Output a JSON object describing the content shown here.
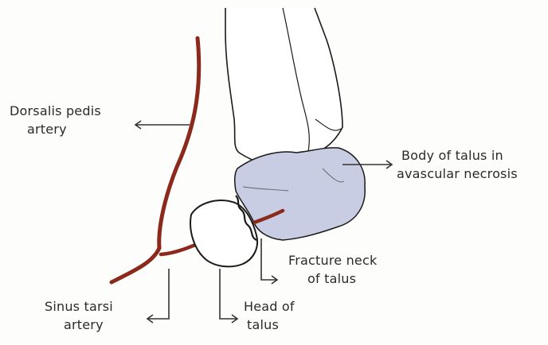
{
  "labels": {
    "dorsalis": {
      "line1": "Dorsalis pedis",
      "line2": "artery"
    },
    "body": {
      "line1": "Body of talus in",
      "line2": "avascular necrosis"
    },
    "fracture": {
      "line1": "Fracture neck",
      "line2": "of talus"
    },
    "sinus": {
      "line1": "Sinus tarsi",
      "line2": "artery"
    },
    "head": {
      "line1": "Head of",
      "line2": "talus"
    }
  },
  "colors": {
    "artery": "#8b2a1c",
    "necrosis": "#c9cde3",
    "outline": "#1a1a1a",
    "arrow": "#333333"
  }
}
